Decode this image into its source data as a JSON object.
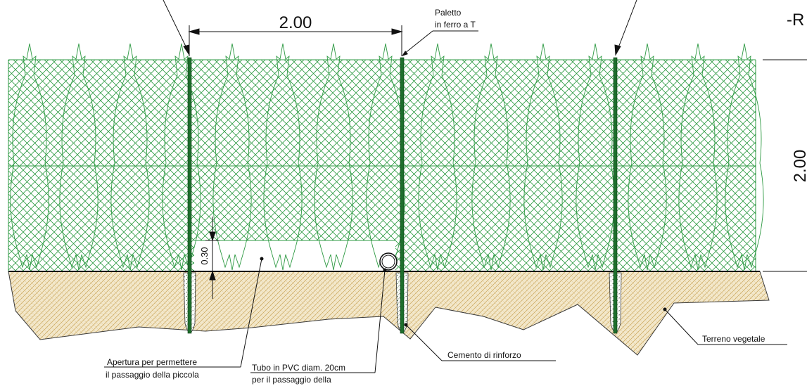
{
  "dimensions": {
    "horizontal": "2.00",
    "vertical": "2.00",
    "opening": "0.30"
  },
  "labels": {
    "post_line1": "Paletto",
    "post_line2": "in ferro a T",
    "top_right_cut": "-R",
    "opening_line1": "Apertura per permettere",
    "opening_line2": "il passaggio della piccola",
    "pipe_line1": "Tubo in PVC diam. 20cm",
    "pipe_line2": "per il passaggio della",
    "concrete": "Cemento di rinforzo",
    "soil": "Terreno vegetale"
  },
  "colors": {
    "mesh": "#2e9a43",
    "post": "#1d6e2c",
    "soil_fill": "#f2e6c7",
    "soil_hatch": "#c9a65a",
    "line": "#111111"
  }
}
